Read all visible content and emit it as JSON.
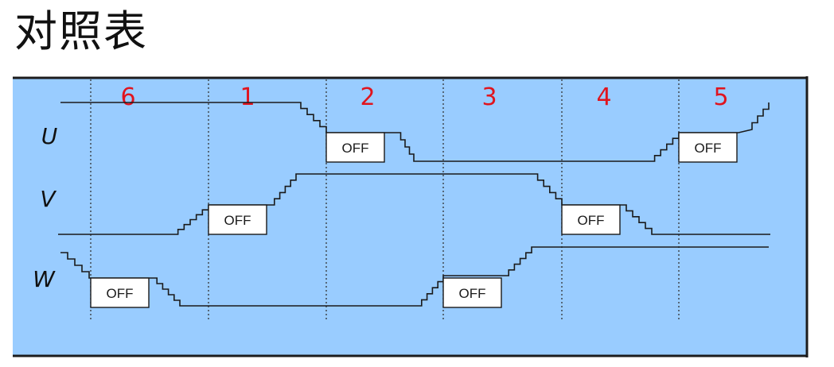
{
  "page": {
    "title": "对照表"
  },
  "diagram": {
    "colors": {
      "background": "#99ccff",
      "frame": "#1c1c1c",
      "waveform": "#1a1a1a",
      "divider": "#333333",
      "section_number": "#e0141e",
      "signal_label": "#111111",
      "off_box_fill": "#ffffff"
    },
    "sections": [
      "6",
      "1",
      "2",
      "3",
      "4",
      "5"
    ],
    "signals": [
      {
        "id": "u",
        "label": "U"
      },
      {
        "id": "v",
        "label": "V"
      },
      {
        "id": "w",
        "label": "W"
      }
    ],
    "off_label": "OFF",
    "off_boxes": [
      {
        "signal": "u",
        "section": 2
      },
      {
        "signal": "u",
        "section": 5
      },
      {
        "signal": "v",
        "section": 1
      },
      {
        "signal": "v",
        "section": 4
      },
      {
        "signal": "w",
        "section": 6
      },
      {
        "signal": "w",
        "section": 3
      }
    ]
  }
}
